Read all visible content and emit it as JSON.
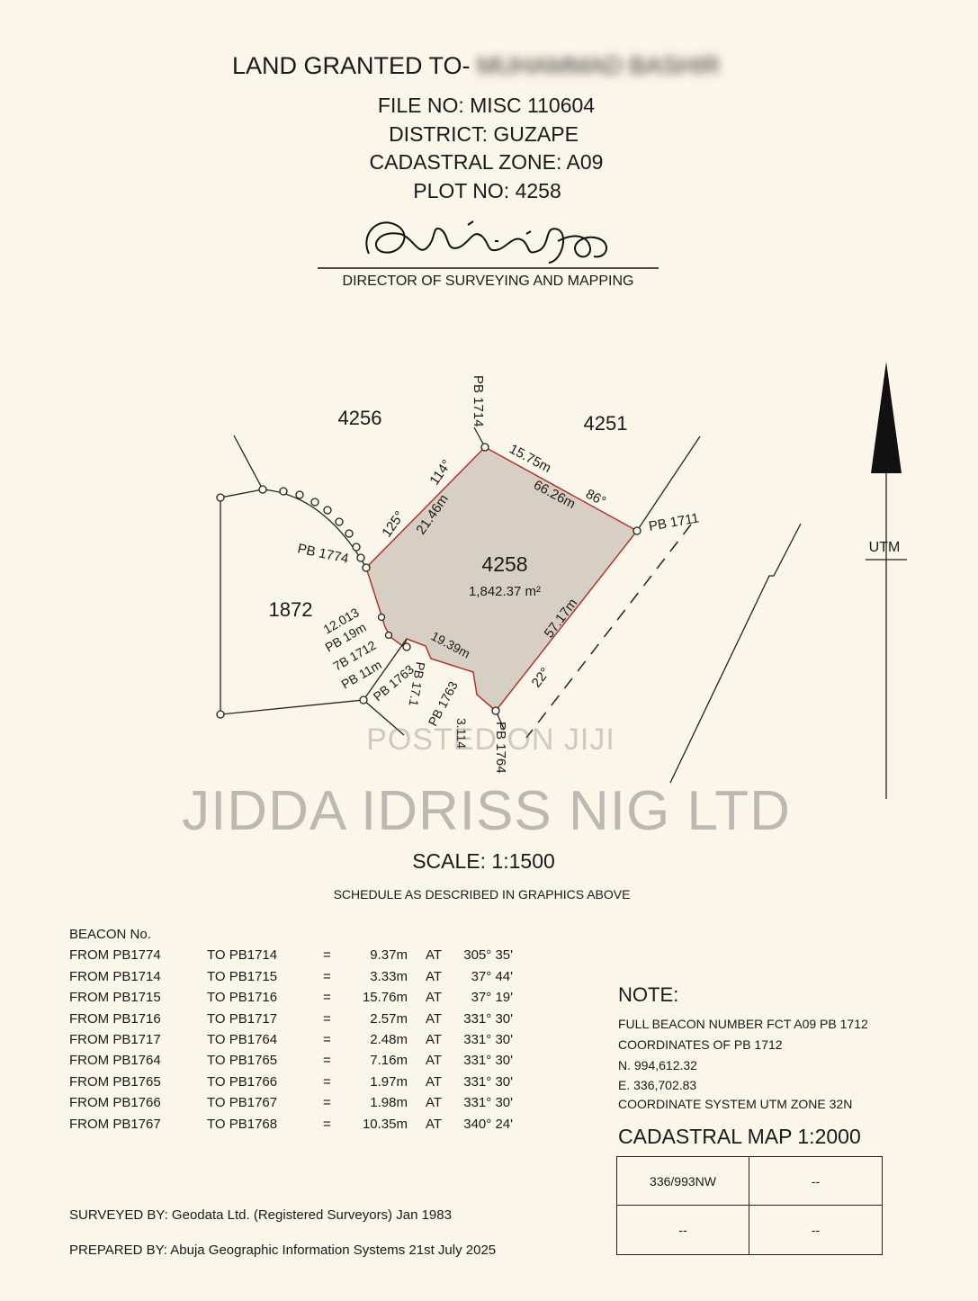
{
  "header": {
    "title_prefix": "LAND GRANTED TO-",
    "grantee": "MUHAMMAD BASHIR",
    "file_no": "FILE NO: MISC 110604",
    "district": "DISTRICT: GUZAPE",
    "zone": "CADASTRAL ZONE: A09",
    "plot": "PLOT NO: 4258",
    "signatory": "DIRECTOR OF SURVEYING AND MAPPING"
  },
  "plan": {
    "plot_number": "4258",
    "area": "1,842.37 m²",
    "neighbours": {
      "n4256": "4256",
      "n4251": "4251",
      "n1872": "1872"
    },
    "beacons": {
      "pb1714": "PB 1714",
      "pb1711": "PB 1711",
      "pb1774": "PB 1774",
      "pb1764": "PB 1764",
      "pb1763a": "PB 1763",
      "pb1763b": "PB 1763",
      "pb17_1": "PB 17.1"
    },
    "edges": {
      "d1575": "15.75m",
      "d6626": "66.26m",
      "a86": "86°",
      "a114": "114°",
      "d2146": "21.46m",
      "a125": "125°",
      "d5717": "57.17m",
      "a22": "22°",
      "d1939": "19.39m",
      "d12013": "12.013",
      "pb19m": "PB 19m",
      "pb1712": "7B 1712",
      "pb11m": "PB 11m",
      "d3114": "3.114"
    },
    "north_label": "UTM"
  },
  "watermark": {
    "posted": "POSTED ON JIJI",
    "company": "JIDDA IDRISS NIG LTD"
  },
  "scale": "SCALE: 1:1500",
  "schedule_note": "SCHEDULE AS DESCRIBED IN GRAPHICS ABOVE",
  "beacon_table": {
    "header": "BEACON No.",
    "rows": [
      {
        "from": "FROM  PB1774",
        "to": "TO PB1714",
        "eq": "=",
        "dist": "9.37m",
        "at": "AT",
        "bearing": "305° 35'"
      },
      {
        "from": "FROM  PB1714",
        "to": "TO PB1715",
        "eq": "=",
        "dist": "3.33m",
        "at": "AT",
        "bearing": "37° 44'"
      },
      {
        "from": "FROM  PB1715",
        "to": "TO PB1716",
        "eq": "=",
        "dist": "15.76m",
        "at": "AT",
        "bearing": "37° 19'"
      },
      {
        "from": "FROM  PB1716",
        "to": "TO PB1717",
        "eq": "=",
        "dist": "2.57m",
        "at": "AT",
        "bearing": "331° 30'"
      },
      {
        "from": "FROM  PB1717",
        "to": "TO PB1764",
        "eq": "=",
        "dist": "2.48m",
        "at": "AT",
        "bearing": "331° 30'"
      },
      {
        "from": "FROM  PB1764",
        "to": "TO PB1765",
        "eq": "=",
        "dist": "7.16m",
        "at": "AT",
        "bearing": "331° 30'"
      },
      {
        "from": "FROM  PB1765",
        "to": "TO PB1766",
        "eq": "=",
        "dist": "1.97m",
        "at": "AT",
        "bearing": "331° 30'"
      },
      {
        "from": "FROM  PB1766",
        "to": "TO PB1767",
        "eq": "=",
        "dist": "1.98m",
        "at": "AT",
        "bearing": "331° 30'"
      },
      {
        "from": "FROM  PB1767",
        "to": "TO PB1768",
        "eq": "=",
        "dist": "10.35m",
        "at": "AT",
        "bearing": "340° 24'"
      }
    ]
  },
  "note": {
    "title": "NOTE:",
    "lines": [
      "FULL BEACON NUMBER FCT A09 PB 1712",
      "COORDINATES OF PB 1712",
      "N. 994,612.32",
      "E. 336,702.83",
      "COORDINATE SYSTEM UTM ZONE 32N"
    ]
  },
  "cadastral_map": {
    "title": "CADASTRAL MAP 1:2000",
    "cells": [
      "336/993NW",
      "--",
      "--",
      "--"
    ]
  },
  "footer": {
    "surveyed": "SURVEYED BY:  Geodata Ltd. (Registered Surveyors)  Jan 1983",
    "prepared": "PREPARED BY:  Abuja Geographic Information Systems   21st July 2025"
  }
}
